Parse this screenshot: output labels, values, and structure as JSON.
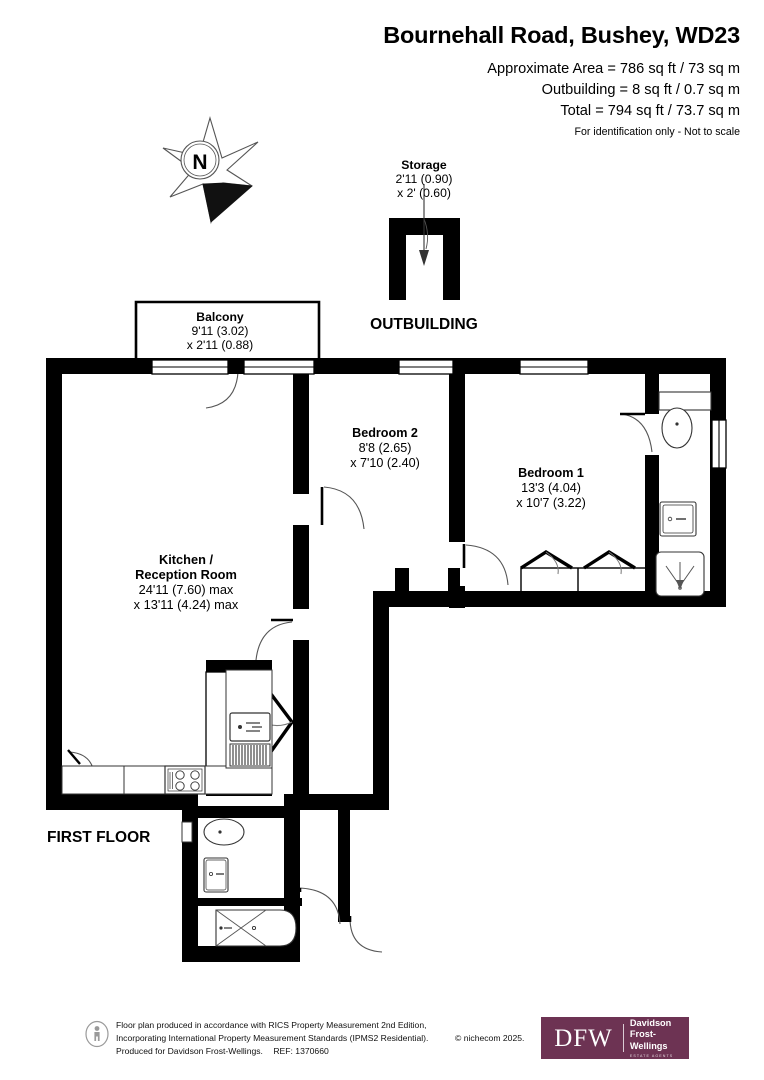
{
  "header": {
    "title": "Bournehall Road, Bushey, WD23",
    "area_lines": [
      "Approximate Area = 786 sq ft / 73 sq m",
      "Outbuilding = 8 sq ft / 0.7 sq m",
      "Total = 794 sq ft / 73.7 sq m"
    ],
    "disclaimer": "For identification only - Not to scale"
  },
  "compass": {
    "north_letter": "N"
  },
  "plan": {
    "floor_label": "FIRST FLOOR",
    "outbuilding_label": "OUTBUILDING",
    "rooms": [
      {
        "name": "storage",
        "label": "Storage",
        "dim1": "2'11 (0.90)",
        "dim2": "x 2' (0.60)"
      },
      {
        "name": "balcony",
        "label": "Balcony",
        "dim1": "9'11 (3.02)",
        "dim2": "x 2'11 (0.88)"
      },
      {
        "name": "bedroom-2",
        "label": "Bedroom 2",
        "dim1": "8'8 (2.65)",
        "dim2": "x 7'10 (2.40)"
      },
      {
        "name": "bedroom-1",
        "label": "Bedroom 1",
        "dim1": "13'3 (4.04)",
        "dim2": "x 10'7 (3.22)"
      },
      {
        "name": "kitchen-reception",
        "label_line1": "Kitchen /",
        "label_line2": "Reception Room",
        "dim1": "24'11 (7.60) max",
        "dim2": "x 13'11 (4.24) max"
      }
    ],
    "wall_color": "#000000",
    "fixture_color": "#3a3a3a"
  },
  "footer": {
    "line1": "Floor plan produced in accordance with RICS Property Measurement 2nd Edition,",
    "line2": "Incorporating International Property Measurement Standards (IPMS2 Residential).",
    "line3": "Produced for Davidson Frost-Wellings.",
    "ref": "REF:  1370660",
    "copyright": "© nichecom 2025.",
    "logo": {
      "initials": "DFW",
      "name_line1": "Davidson",
      "name_line2": "Frost-Wellings",
      "subtitle": "ESTATE AGENTS",
      "brand_color": "#6d3353"
    }
  }
}
